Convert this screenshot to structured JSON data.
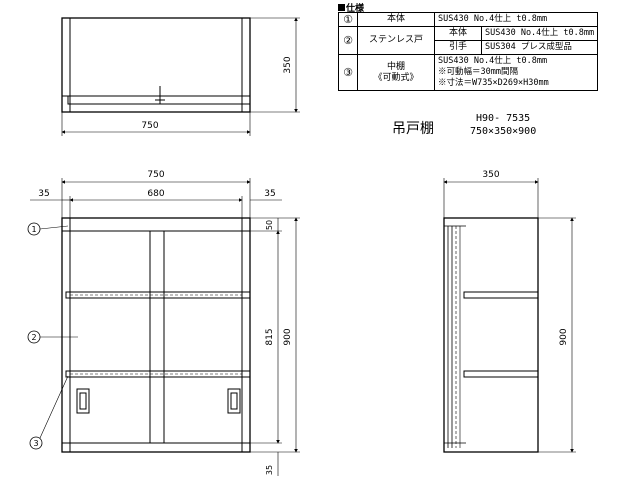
{
  "spec": {
    "title": "仕様",
    "rows": [
      {
        "num": "①",
        "part": "本体",
        "desc": "SUS430 No.4仕上 t0.8mm"
      },
      {
        "num": "②",
        "part": "ステンレス戸",
        "sub": [
          {
            "label": "本体",
            "desc": "SUS430 No.4仕上 t0.8mm"
          },
          {
            "label": "引手",
            "desc": "SUS304 プレス成型品"
          }
        ]
      },
      {
        "num": "③",
        "part_line1": "中棚",
        "part_line2": "《可動式》",
        "desc_lines": [
          "SUS430 No.4仕上 t0.8mm",
          "※可動幅＝30mm間隔",
          "※寸法＝W735×D269×H30mm"
        ]
      }
    ]
  },
  "product": {
    "name": "吊戸棚",
    "model": "H90- 7535",
    "size": "750×350×900"
  },
  "top_view": {
    "depth": "350",
    "width": "750"
  },
  "front_view": {
    "width": "750",
    "inner_width": "680",
    "left_margin": "35",
    "right_margin": "35",
    "top_offset": "50",
    "inner_height": "815",
    "height": "900",
    "bottom_offset": "35",
    "callouts": [
      "1",
      "2",
      "3"
    ]
  },
  "side_view": {
    "depth": "350",
    "height": "900"
  }
}
